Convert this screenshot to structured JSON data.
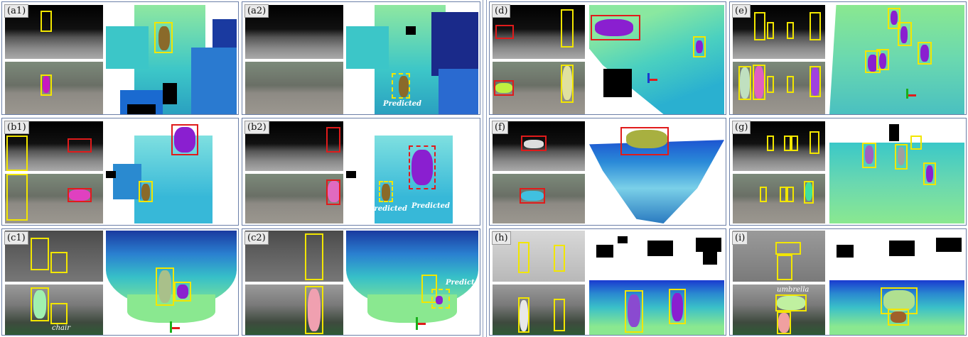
{
  "panels": [
    {
      "id": "a1",
      "label": "(a1)"
    },
    {
      "id": "a2",
      "label": "(a2)"
    },
    {
      "id": "b1",
      "label": "(b1)"
    },
    {
      "id": "b2",
      "label": "(b2)"
    },
    {
      "id": "c1",
      "label": "(c1)"
    },
    {
      "id": "c2",
      "label": "(c2)"
    },
    {
      "id": "d",
      "label": "(d)"
    },
    {
      "id": "e",
      "label": "(e)"
    },
    {
      "id": "f",
      "label": "(f)"
    },
    {
      "id": "g",
      "label": "(g)"
    },
    {
      "id": "h",
      "label": "(h)"
    },
    {
      "id": "i",
      "label": "(i)"
    }
  ],
  "annotations": {
    "predicted": "Predicted",
    "chair": "chair",
    "umbrella": "umbrella"
  },
  "colors": {
    "map_green": "#7fe0a8",
    "map_cyan": "#37c8d8",
    "map_blue": "#1a4fd0",
    "map_navy": "#10207a",
    "object_purple": "#8a1fd0",
    "object_brown": "#8a6a2a",
    "box_yellow": "#f2e600",
    "box_red": "#e01b1b"
  }
}
